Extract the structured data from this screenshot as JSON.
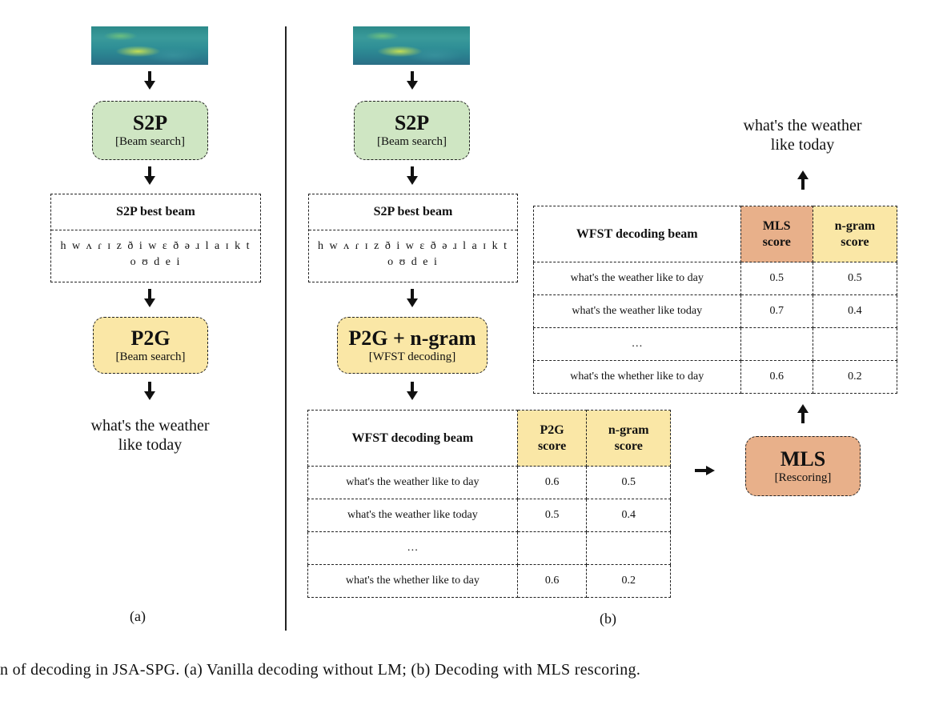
{
  "panel_a": {
    "s2p_title": "S2P",
    "s2p_sub": "[Beam search]",
    "best_beam_header": "S2P  best beam",
    "ipa_line1": "h w ʌ ɾ ɪ z ð i w ɛ ð ə ɹ l a ɪ k t",
    "ipa_line2": "o ʊ d e i",
    "p2g_title": "P2G",
    "p2g_sub": "[Beam search]",
    "output_line1": "what's the weather",
    "output_line2": "like today",
    "label": "(a)"
  },
  "panel_b": {
    "s2p_title": "S2P",
    "s2p_sub": "[Beam search]",
    "best_beam_header": "S2P  best beam",
    "ipa_line1": "h w ʌ ɾ ɪ z ð i w ɛ ð ə ɹ l a ɪ k t",
    "ipa_line2": "o ʊ d e i",
    "p2g_title": "P2G + n-gram",
    "p2g_sub": "[WFST decoding]",
    "wfst_table": {
      "header": [
        "WFST decoding beam",
        "P2G score",
        "n-gram score"
      ],
      "rows": [
        [
          "what's the weather like to day",
          "0.6",
          "0.5"
        ],
        [
          "what's the weather like today",
          "0.5",
          "0.4"
        ],
        [
          "…",
          "",
          ""
        ],
        [
          "what's the whether like to day",
          "0.6",
          "0.2"
        ]
      ]
    },
    "mls_title": "MLS",
    "mls_sub": "[Rescoring]",
    "mls_table": {
      "header": [
        "WFST decoding beam",
        "MLS score",
        "n-gram score"
      ],
      "rows": [
        [
          "what's the weather like to day",
          "0.5",
          "0.5"
        ],
        [
          "what's the weather like today",
          "0.7",
          "0.4"
        ],
        [
          "…",
          "",
          ""
        ],
        [
          "what's the whether like to day",
          "0.6",
          "0.2"
        ]
      ]
    },
    "output_line1": "what's the weather",
    "output_line2": "like today",
    "label": "(b)"
  },
  "caption": "n of decoding in JSA-SPG. (a) Vanilla decoding without LM; (b) Decoding with MLS rescoring."
}
